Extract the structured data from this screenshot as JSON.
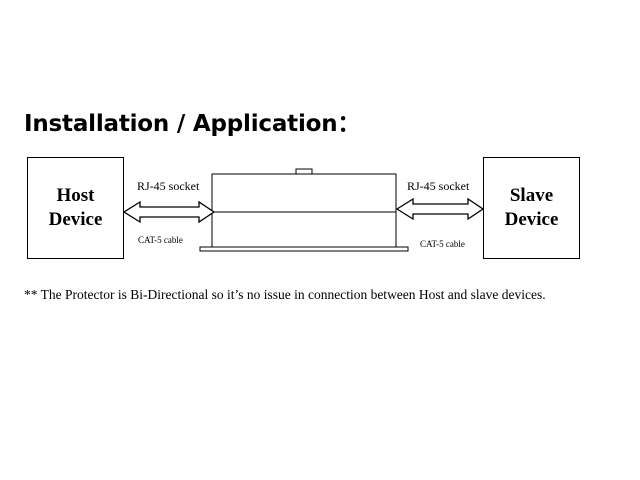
{
  "title": "Installation / Application：",
  "host_device": {
    "line1": "Host",
    "line2": "Device"
  },
  "slave_device": {
    "line1": "Slave",
    "line2": "Device"
  },
  "left_socket_label": "RJ-45 socket",
  "right_socket_label": "RJ-45 socket",
  "left_cable_label": "CAT-5 cable",
  "right_cable_label": "CAT-5 cable",
  "note": "** The Protector is Bi-Directional so it’s no issue in connection between Host and slave devices."
}
